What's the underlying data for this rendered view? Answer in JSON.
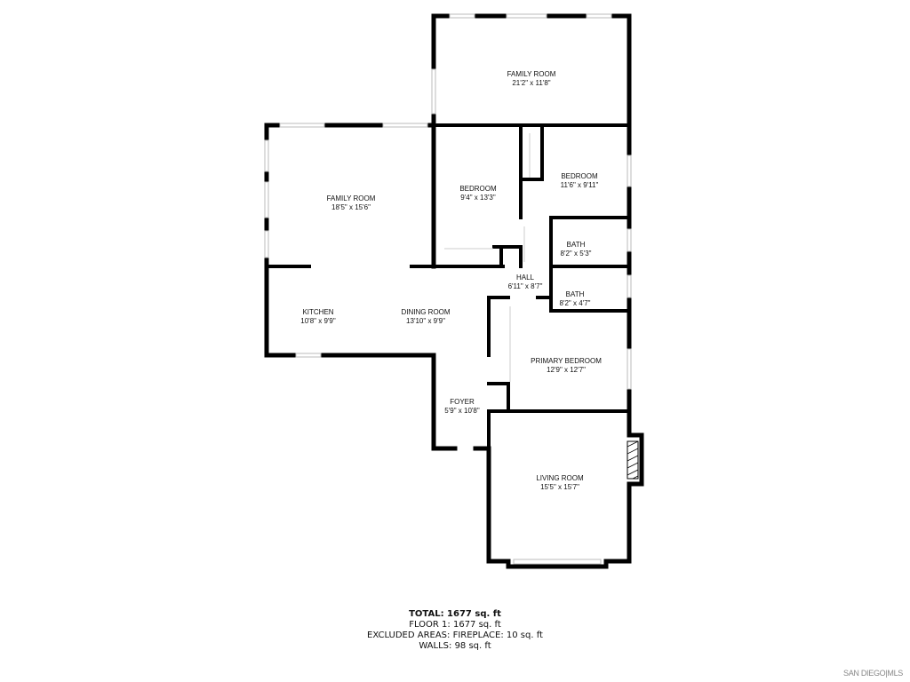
{
  "rooms": [
    {
      "name": "FAMILY ROOM",
      "size": "21'2\" x 11'8\""
    },
    {
      "name": "FAMILY ROOM",
      "size": "18'5\" x 15'6\""
    },
    {
      "name": "BEDROOM",
      "size": "9'4\" x 13'3\""
    },
    {
      "name": "BEDROOM",
      "size": "11'6\" x 9'11\""
    },
    {
      "name": "BATH",
      "size": "8'2\" x 5'3\""
    },
    {
      "name": "HALL",
      "size": "6'11\" x 8'7\""
    },
    {
      "name": "BATH",
      "size": "8'2\" x 4'7\""
    },
    {
      "name": "KITCHEN",
      "size": "10'8\" x 9'9\""
    },
    {
      "name": "DINING ROOM",
      "size": "13'10\" x 9'9\""
    },
    {
      "name": "PRIMARY BEDROOM",
      "size": "12'9\" x 12'7\""
    },
    {
      "name": "FOYER",
      "size": "5'9\" x 10'8\""
    },
    {
      "name": "LIVING ROOM",
      "size": "15'5\" x 15'7\""
    }
  ],
  "summary": {
    "total": "TOTAL: 1677 sq. ft",
    "floor1": "FLOOR 1: 1677 sq. ft",
    "excluded": "EXCLUDED AREAS: FIREPLACE: 10 sq. ft",
    "walls": "WALLS: 98 sq. ft"
  },
  "watermark": "SAN DIEGO|MLS"
}
